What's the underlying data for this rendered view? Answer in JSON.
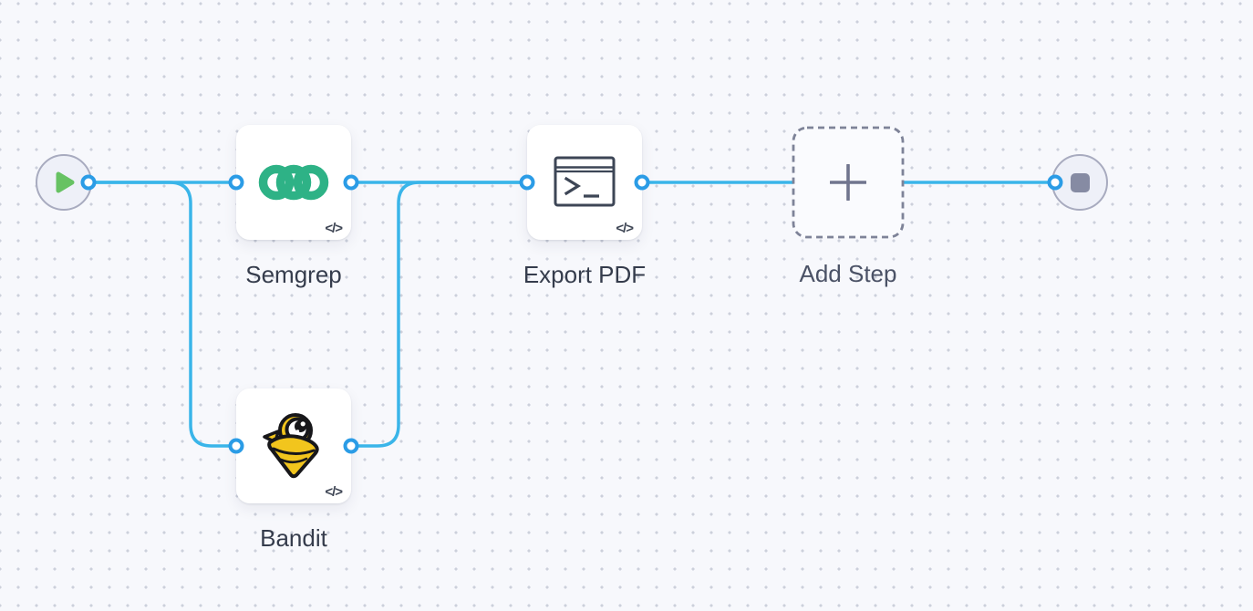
{
  "canvas": {
    "background_color": "#f7f8fc",
    "dot_color": "#ccd0db",
    "edge_color": "#3ab5e9",
    "port_color": "#2b9ce6"
  },
  "ui": {
    "code_badge": "</>"
  },
  "nodes": {
    "start": {
      "icon": "play-icon",
      "icon_color": "#67c263"
    },
    "semgrep": {
      "label": "Semgrep",
      "icon": "semgrep-rings-logo",
      "logo_color": "#2eb286"
    },
    "bandit": {
      "label": "Bandit",
      "icon": "bandit-bird-logo",
      "logo_color": "#f2c51d"
    },
    "export_pdf": {
      "label": "Export PDF",
      "icon": "terminal-icon",
      "icon_color": "#3d4656"
    },
    "add_step": {
      "label": "Add Step",
      "icon": "plus-icon",
      "icon_color": "#70758e"
    },
    "end": {
      "icon": "stop-icon",
      "icon_color": "#868ba3"
    }
  },
  "edges": [
    {
      "from": "start",
      "to": "semgrep"
    },
    {
      "from": "start",
      "to": "bandit"
    },
    {
      "from": "semgrep",
      "to": "export_pdf"
    },
    {
      "from": "bandit",
      "to": "export_pdf"
    },
    {
      "from": "export_pdf",
      "to": "end"
    }
  ]
}
